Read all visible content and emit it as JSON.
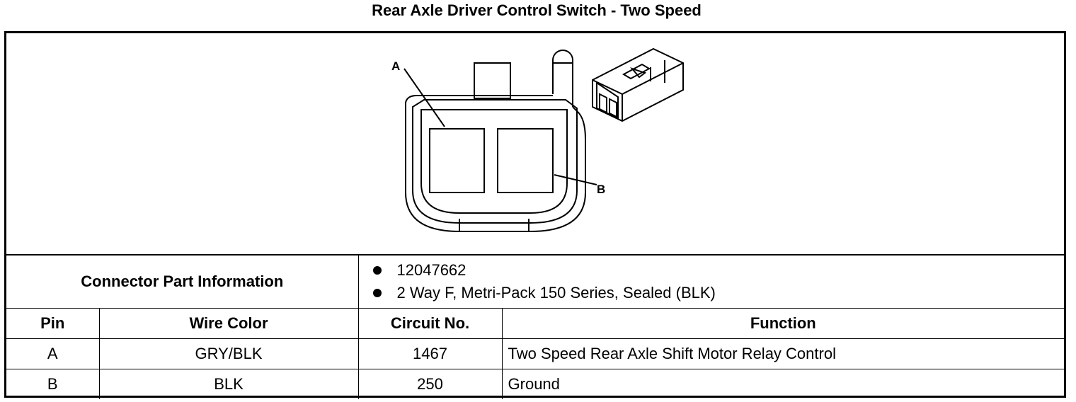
{
  "title": "Rear Axle Driver Control Switch - Two Speed",
  "diagram": {
    "pin_labels": [
      "A",
      "B"
    ]
  },
  "connector_info": {
    "label": "Connector Part Information",
    "items": [
      "12047662",
      "2 Way F, Metri-Pack 150 Series, Sealed (BLK)"
    ]
  },
  "table": {
    "headers": [
      "Pin",
      "Wire Color",
      "Circuit No.",
      "Function"
    ],
    "rows": [
      {
        "pin": "A",
        "wire_color": "GRY/BLK",
        "circuit": "1467",
        "function": "Two Speed Rear Axle Shift Motor Relay Control"
      },
      {
        "pin": "B",
        "wire_color": "BLK",
        "circuit": "250",
        "function": "Ground"
      }
    ]
  }
}
